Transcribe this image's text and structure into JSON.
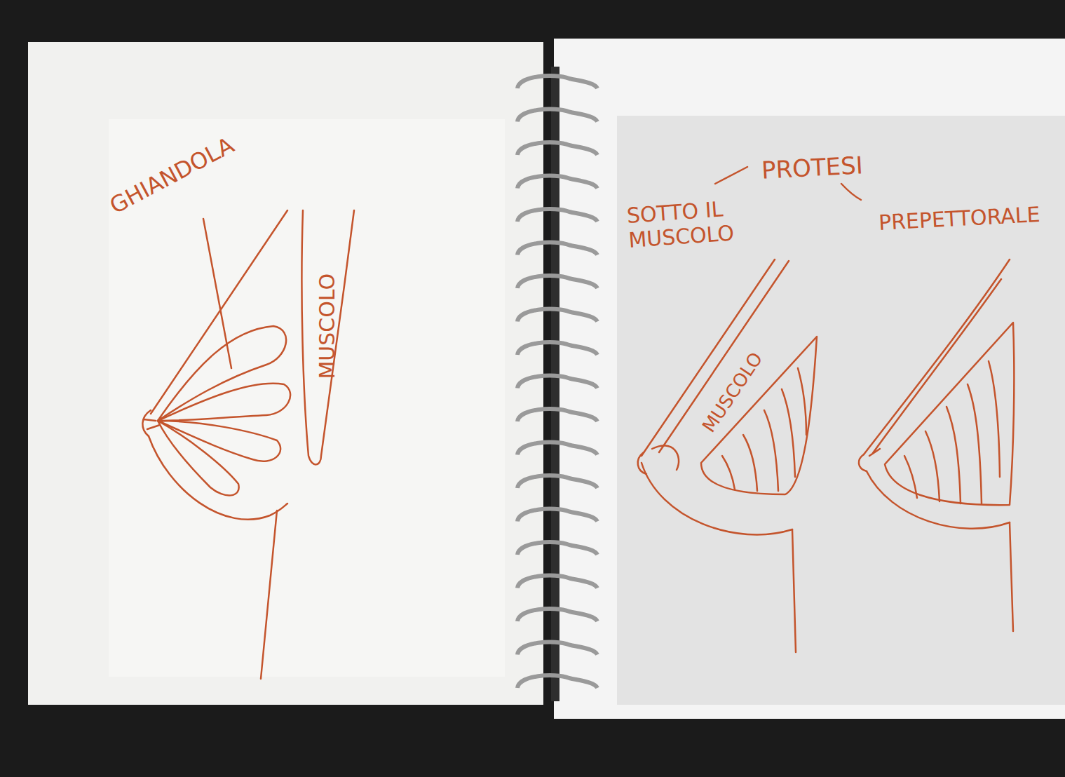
{
  "diagram": {
    "labels": [
      "GHIANDOLA",
      "MUSCOLO",
      "PROTESI",
      "SOTTO IL MUSCOLO",
      "PREPETTORALE",
      "MUSCOLO"
    ]
  }
}
